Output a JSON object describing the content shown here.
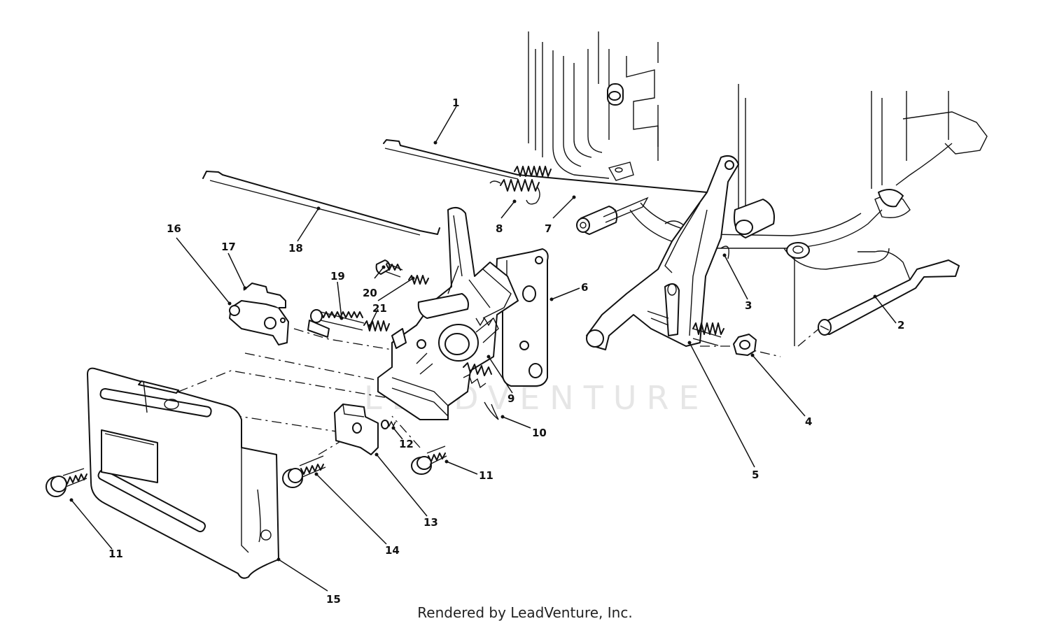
{
  "watermark_text": "LEADVENTURE",
  "credit_text": "Rendered by LeadVenture, Inc.",
  "callouts": [
    {
      "id": "c1",
      "text": "1"
    },
    {
      "id": "c2",
      "text": "2"
    },
    {
      "id": "c3",
      "text": "3"
    },
    {
      "id": "c4",
      "text": "4"
    },
    {
      "id": "c5",
      "text": "5"
    },
    {
      "id": "c6",
      "text": "6"
    },
    {
      "id": "c7",
      "text": "7"
    },
    {
      "id": "c8",
      "text": "8"
    },
    {
      "id": "c9",
      "text": "9"
    },
    {
      "id": "c10",
      "text": "10"
    },
    {
      "id": "c11a",
      "text": "11"
    },
    {
      "id": "c11b",
      "text": "11"
    },
    {
      "id": "c12",
      "text": "12"
    },
    {
      "id": "c13",
      "text": "13"
    },
    {
      "id": "c14",
      "text": "14"
    },
    {
      "id": "c15",
      "text": "15"
    },
    {
      "id": "c16",
      "text": "16"
    },
    {
      "id": "c17",
      "text": "17"
    },
    {
      "id": "c18",
      "text": "18"
    },
    {
      "id": "c19",
      "text": "19"
    },
    {
      "id": "c20",
      "text": "20"
    },
    {
      "id": "c21",
      "text": "21"
    }
  ]
}
